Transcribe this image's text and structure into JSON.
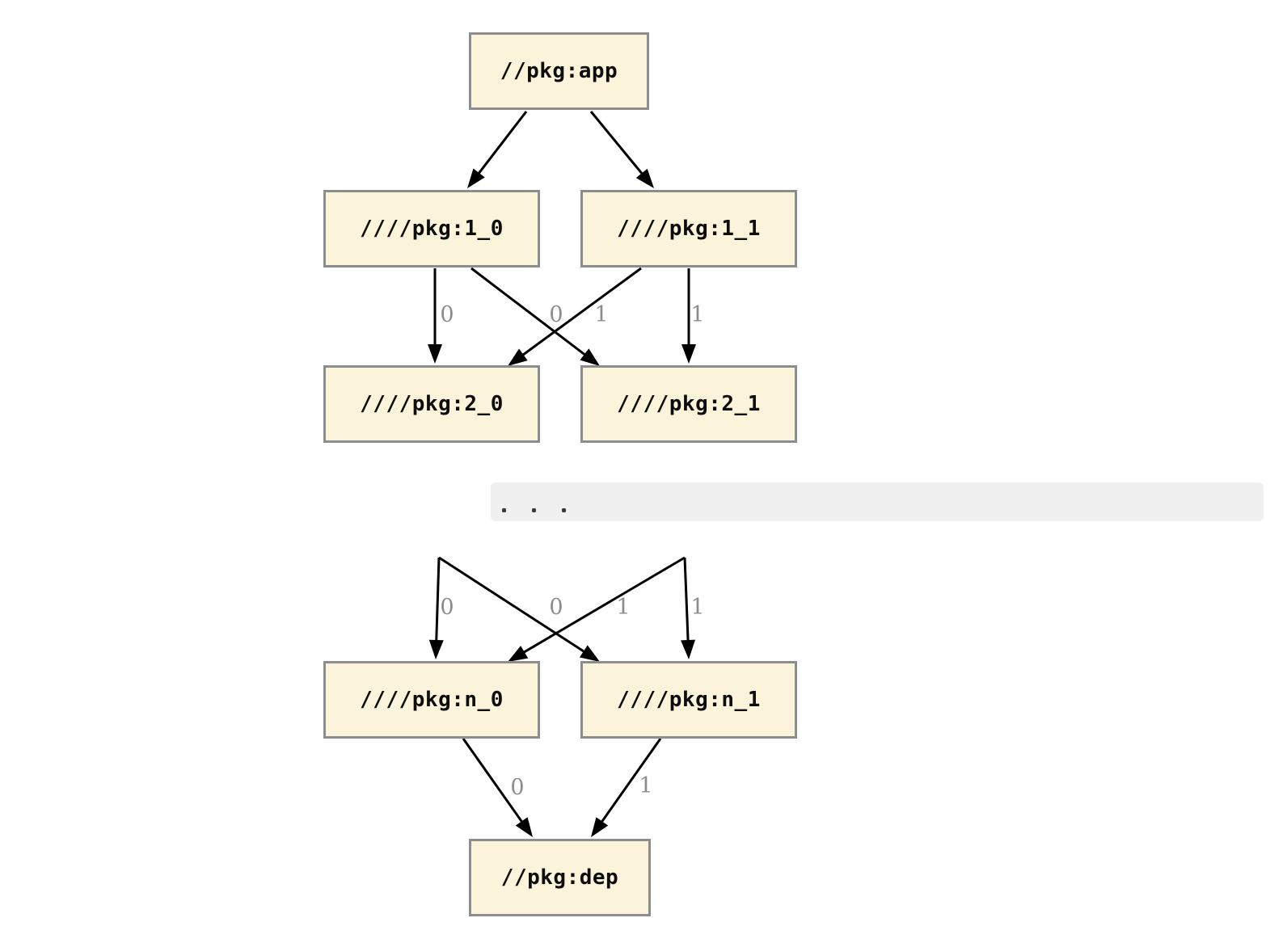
{
  "page": {
    "background_color": "#ffffff",
    "description": "Rendered build dependency graph (graphviz-style), truncated in the middle by an ellipsis code block"
  },
  "colors": {
    "node_fill": "#fcf4da",
    "node_border": "#8a8e8e",
    "edge_color": "#000000",
    "edge_label_color": "#8c8c8c",
    "separator_background": "#f0f0f0",
    "separator_dot_color": "#3a3a3a"
  },
  "diagram": {
    "sections": [
      {
        "name": "top-graph",
        "nodes": [
          {
            "id": "app",
            "label": "//pkg:app"
          },
          {
            "id": "1_0",
            "label": "////pkg:1_0"
          },
          {
            "id": "1_1",
            "label": "////pkg:1_1"
          },
          {
            "id": "2_0",
            "label": "////pkg:2_0"
          },
          {
            "id": "2_1",
            "label": "////pkg:2_1"
          }
        ],
        "edges": [
          {
            "from": "app",
            "to": "1_0",
            "label": ""
          },
          {
            "from": "app",
            "to": "1_1",
            "label": ""
          },
          {
            "from": "1_0",
            "to": "2_0",
            "label": "0"
          },
          {
            "from": "1_0",
            "to": "2_1",
            "label": "0"
          },
          {
            "from": "1_1",
            "to": "2_0",
            "label": "1"
          },
          {
            "from": "1_1",
            "to": "2_1",
            "label": "1"
          }
        ]
      },
      {
        "name": "ellipsis-separator",
        "text": ". . ."
      },
      {
        "name": "bottom-graph",
        "nodes": [
          {
            "id": "n_0",
            "label": "////pkg:n_0"
          },
          {
            "id": "n_1",
            "label": "////pkg:n_1"
          },
          {
            "id": "dep",
            "label": "//pkg:dep"
          }
        ],
        "edges": [
          {
            "from": "cont_left",
            "to": "n_0",
            "label": "0"
          },
          {
            "from": "cont_left",
            "to": "n_1",
            "label": "0"
          },
          {
            "from": "cont_right",
            "to": "n_0",
            "label": "1"
          },
          {
            "from": "cont_right",
            "to": "n_1",
            "label": "1"
          },
          {
            "from": "n_0",
            "to": "dep",
            "label": "0"
          },
          {
            "from": "n_1",
            "to": "dep",
            "label": "1"
          }
        ]
      }
    ]
  }
}
